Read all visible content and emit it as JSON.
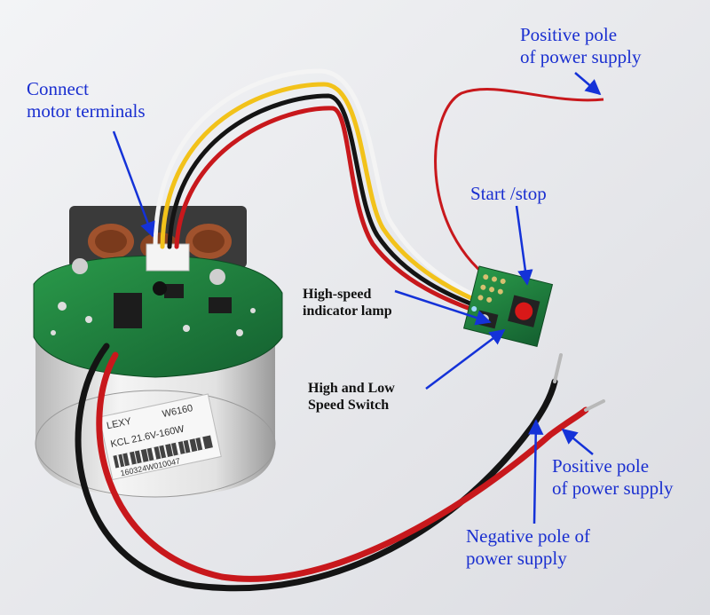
{
  "labels": {
    "connect_motor": [
      "Connect",
      "motor terminals"
    ],
    "positive_pole_top": [
      "Positive pole",
      "of power supply"
    ],
    "start_stop": "Start /stop",
    "high_speed_lamp": [
      "High-speed",
      "indicator lamp"
    ],
    "high_low_switch": [
      "High and Low",
      "Speed Switch"
    ],
    "positive_pole_bottom": [
      "Positive pole",
      "of power supply"
    ],
    "negative_pole": [
      "Negative pole of",
      "power supply"
    ]
  },
  "motor_label": {
    "brand": "LEXY",
    "model": "W6160",
    "spec": "KCL 21.6V-160W",
    "serial": "160324W010047"
  },
  "colors": {
    "annotation_text": "#1a2fd0",
    "arrow": "#1432d8",
    "pcb_green": "#1d7a3a",
    "wire_red": "#c8181c",
    "wire_black": "#141414",
    "wire_yellow": "#f2c21a",
    "start_button": "#d81818"
  }
}
